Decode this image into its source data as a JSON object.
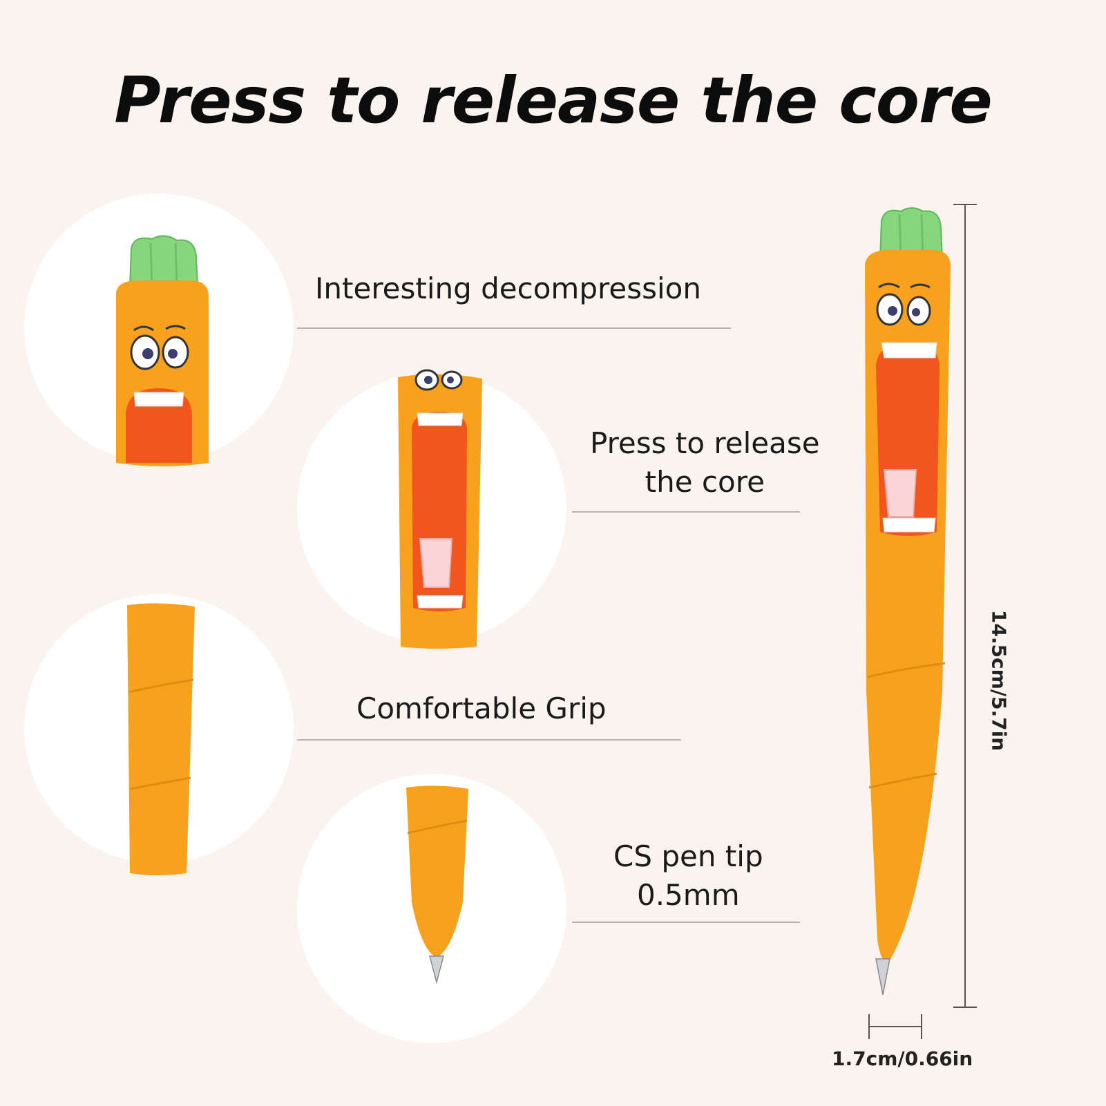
{
  "title": "Press to release the core",
  "features": [
    {
      "line1": "Interesting decompression",
      "line2": ""
    },
    {
      "line1": "Press to release",
      "line2": "the core"
    },
    {
      "line1": "Comfortable Grip",
      "line2": ""
    },
    {
      "line1": "CS pen tip",
      "line2": "0.5mm"
    }
  ],
  "dimensions": {
    "length": "14.5cm/5.7in",
    "width": "1.7cm/0.66in"
  },
  "colors": {
    "background": "#fbf3ee",
    "carrot_orange": "#f7a11c",
    "leaf_green": "#86d67e",
    "mouth_red": "#f2561c"
  }
}
